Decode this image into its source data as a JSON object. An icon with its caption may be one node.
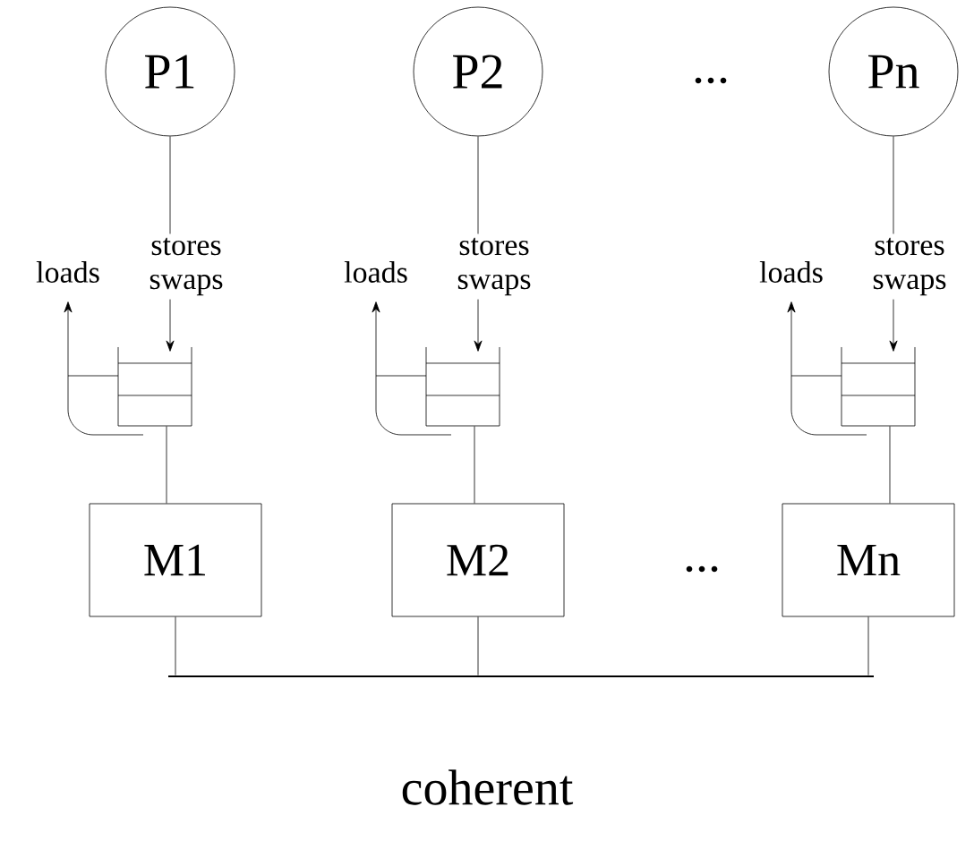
{
  "diagram": {
    "nodes": [
      {
        "text": [
          "P1"
        ]
      },
      {
        "text": [
          "P2"
        ]
      },
      {
        "text": [
          "Pn"
        ]
      },
      {
        "text": [
          "loads"
        ]
      },
      {
        "text": [
          "stores swaps"
        ]
      },
      {
        "text": [
          "loads"
        ]
      },
      {
        "text": [
          "stores swaps"
        ]
      },
      {
        "text": [
          "loads"
        ]
      },
      {
        "text": [
          "stores swaps"
        ]
      },
      {
        "text": [],
        "shape": "box"
      },
      {
        "text": [],
        "shape": "box"
      },
      {
        "text": [],
        "shape": "box"
      },
      {
        "text": [
          "M1"
        ]
      },
      {
        "text": [
          "M2"
        ]
      },
      {
        "text": [
          "Mn"
        ]
      },
      {
        "text": [],
        "shape": "bar"
      }
    ],
    "edges": [
      {
        "from": 0,
        "to": 4,
        "arrow": "none"
      },
      {
        "from": 4,
        "to": 9,
        "arrow": "to"
      },
      {
        "from": 9,
        "to": 3,
        "arrow": "to"
      },
      {
        "from": 9,
        "to": 12,
        "arrow": "none"
      },
      {
        "from": 1,
        "to": 6,
        "arrow": "none"
      },
      {
        "from": 6,
        "to": 10,
        "arrow": "to"
      },
      {
        "from": 10,
        "to": 5,
        "arrow": "to"
      },
      {
        "from": 10,
        "to": 13,
        "arrow": "none"
      },
      {
        "from": 2,
        "to": 8,
        "arrow": "none"
      },
      {
        "from": 8,
        "to": 11,
        "arrow": "to"
      },
      {
        "from": 11,
        "to": 7,
        "arrow": "to"
      },
      {
        "from": 11,
        "to": 14,
        "arrow": "none"
      },
      {
        "from": 12,
        "to": 15,
        "arrow": "none"
      },
      {
        "from": 13,
        "to": 15,
        "arrow": "none"
      },
      {
        "from": 14,
        "to": 15,
        "arrow": "none"
      }
    ],
    "labels": [
      "...",
      "...",
      "coherent"
    ]
  }
}
